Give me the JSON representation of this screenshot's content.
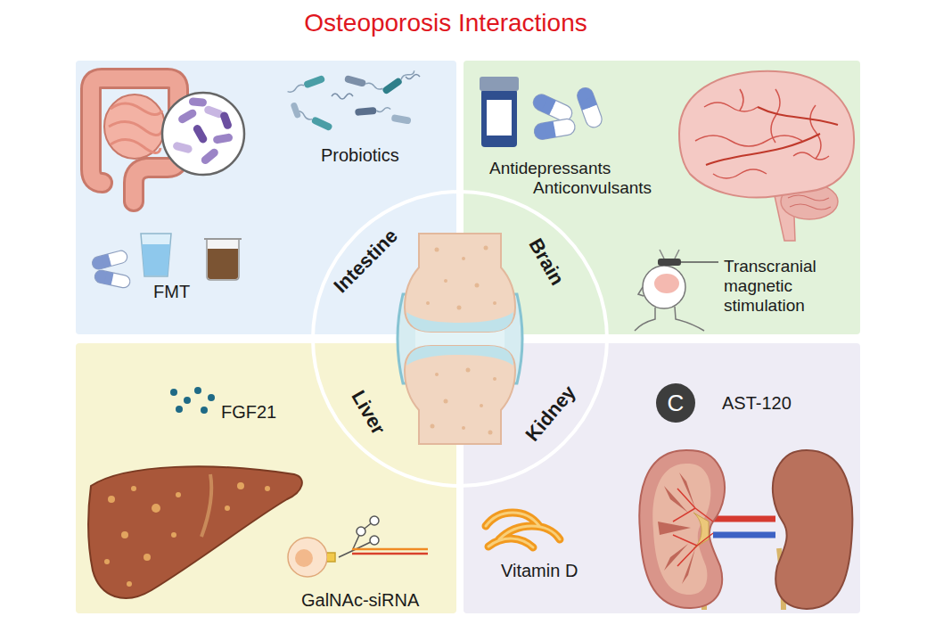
{
  "diagram": {
    "title": "Osteoporosis Interactions",
    "nodes": [
      {
        "text": [
          "Intestine",
          "Probiotics",
          "FMT"
        ]
      },
      {
        "text": [
          "Brain",
          "Antidepressants",
          "Anticonvulsants",
          "Transcranial magnetic stimulation"
        ]
      },
      {
        "text": [
          "Liver",
          "FGF21",
          "GalNAc-siRNA"
        ]
      },
      {
        "text": [
          "Kidney",
          "AST-120",
          "Vitamin D"
        ]
      },
      {
        "text": [
          "C"
        ],
        "in": 3
      }
    ]
  }
}
